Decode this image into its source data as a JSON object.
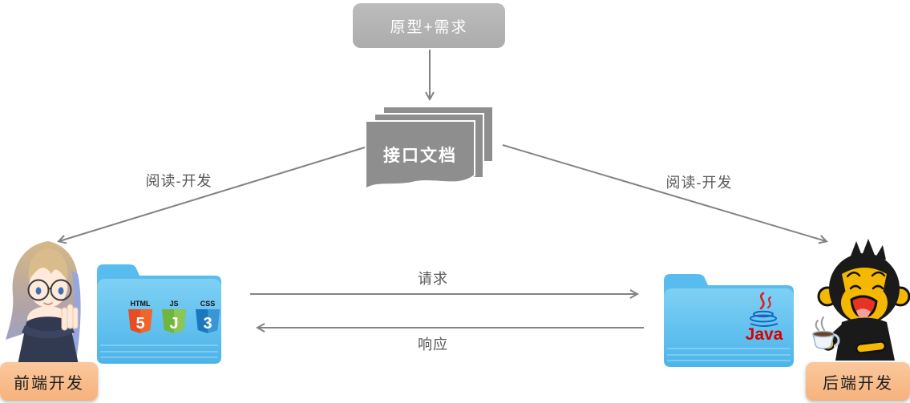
{
  "diagram": {
    "prototype_box": {
      "label": "原型+需求"
    },
    "doc_stack": {
      "label": "接口文档"
    },
    "edges": {
      "read_dev_left": "阅读-开发",
      "read_dev_right": "阅读-开发",
      "request": "请求",
      "response": "响应"
    }
  },
  "frontend": {
    "role_label": "前端开发",
    "folder_badges": [
      {
        "name": "HTML",
        "glyph": "5"
      },
      {
        "name": "JS",
        "glyph": "J"
      },
      {
        "name": "CSS",
        "glyph": "3"
      }
    ]
  },
  "backend": {
    "role_label": "后端开发",
    "java_wordmark": "Java"
  },
  "icons": {
    "doc_stack": "stacked-documents-icon",
    "folder": "blue-folder-icon",
    "connector_arrows": "gray-arrow-icon",
    "frontend_avatar": "anime-girl-avatar",
    "backend_avatar": "monkey-with-coffee-avatar",
    "java_logo": "java-coffee-cup-icon"
  },
  "colors": {
    "node_gray": "#b3b3b3",
    "doc_gray": "#8e8e8e",
    "arrow_gray": "#828282",
    "edge_text": "#595959",
    "role_box_peach": "#f8bc8d",
    "folder_blue": "#5bbdee",
    "html_orange": "#e44d26",
    "js_green": "#6fb53f",
    "css_blue": "#1d77bd",
    "java_red": "#d90000",
    "java_blue": "#1565c0"
  }
}
